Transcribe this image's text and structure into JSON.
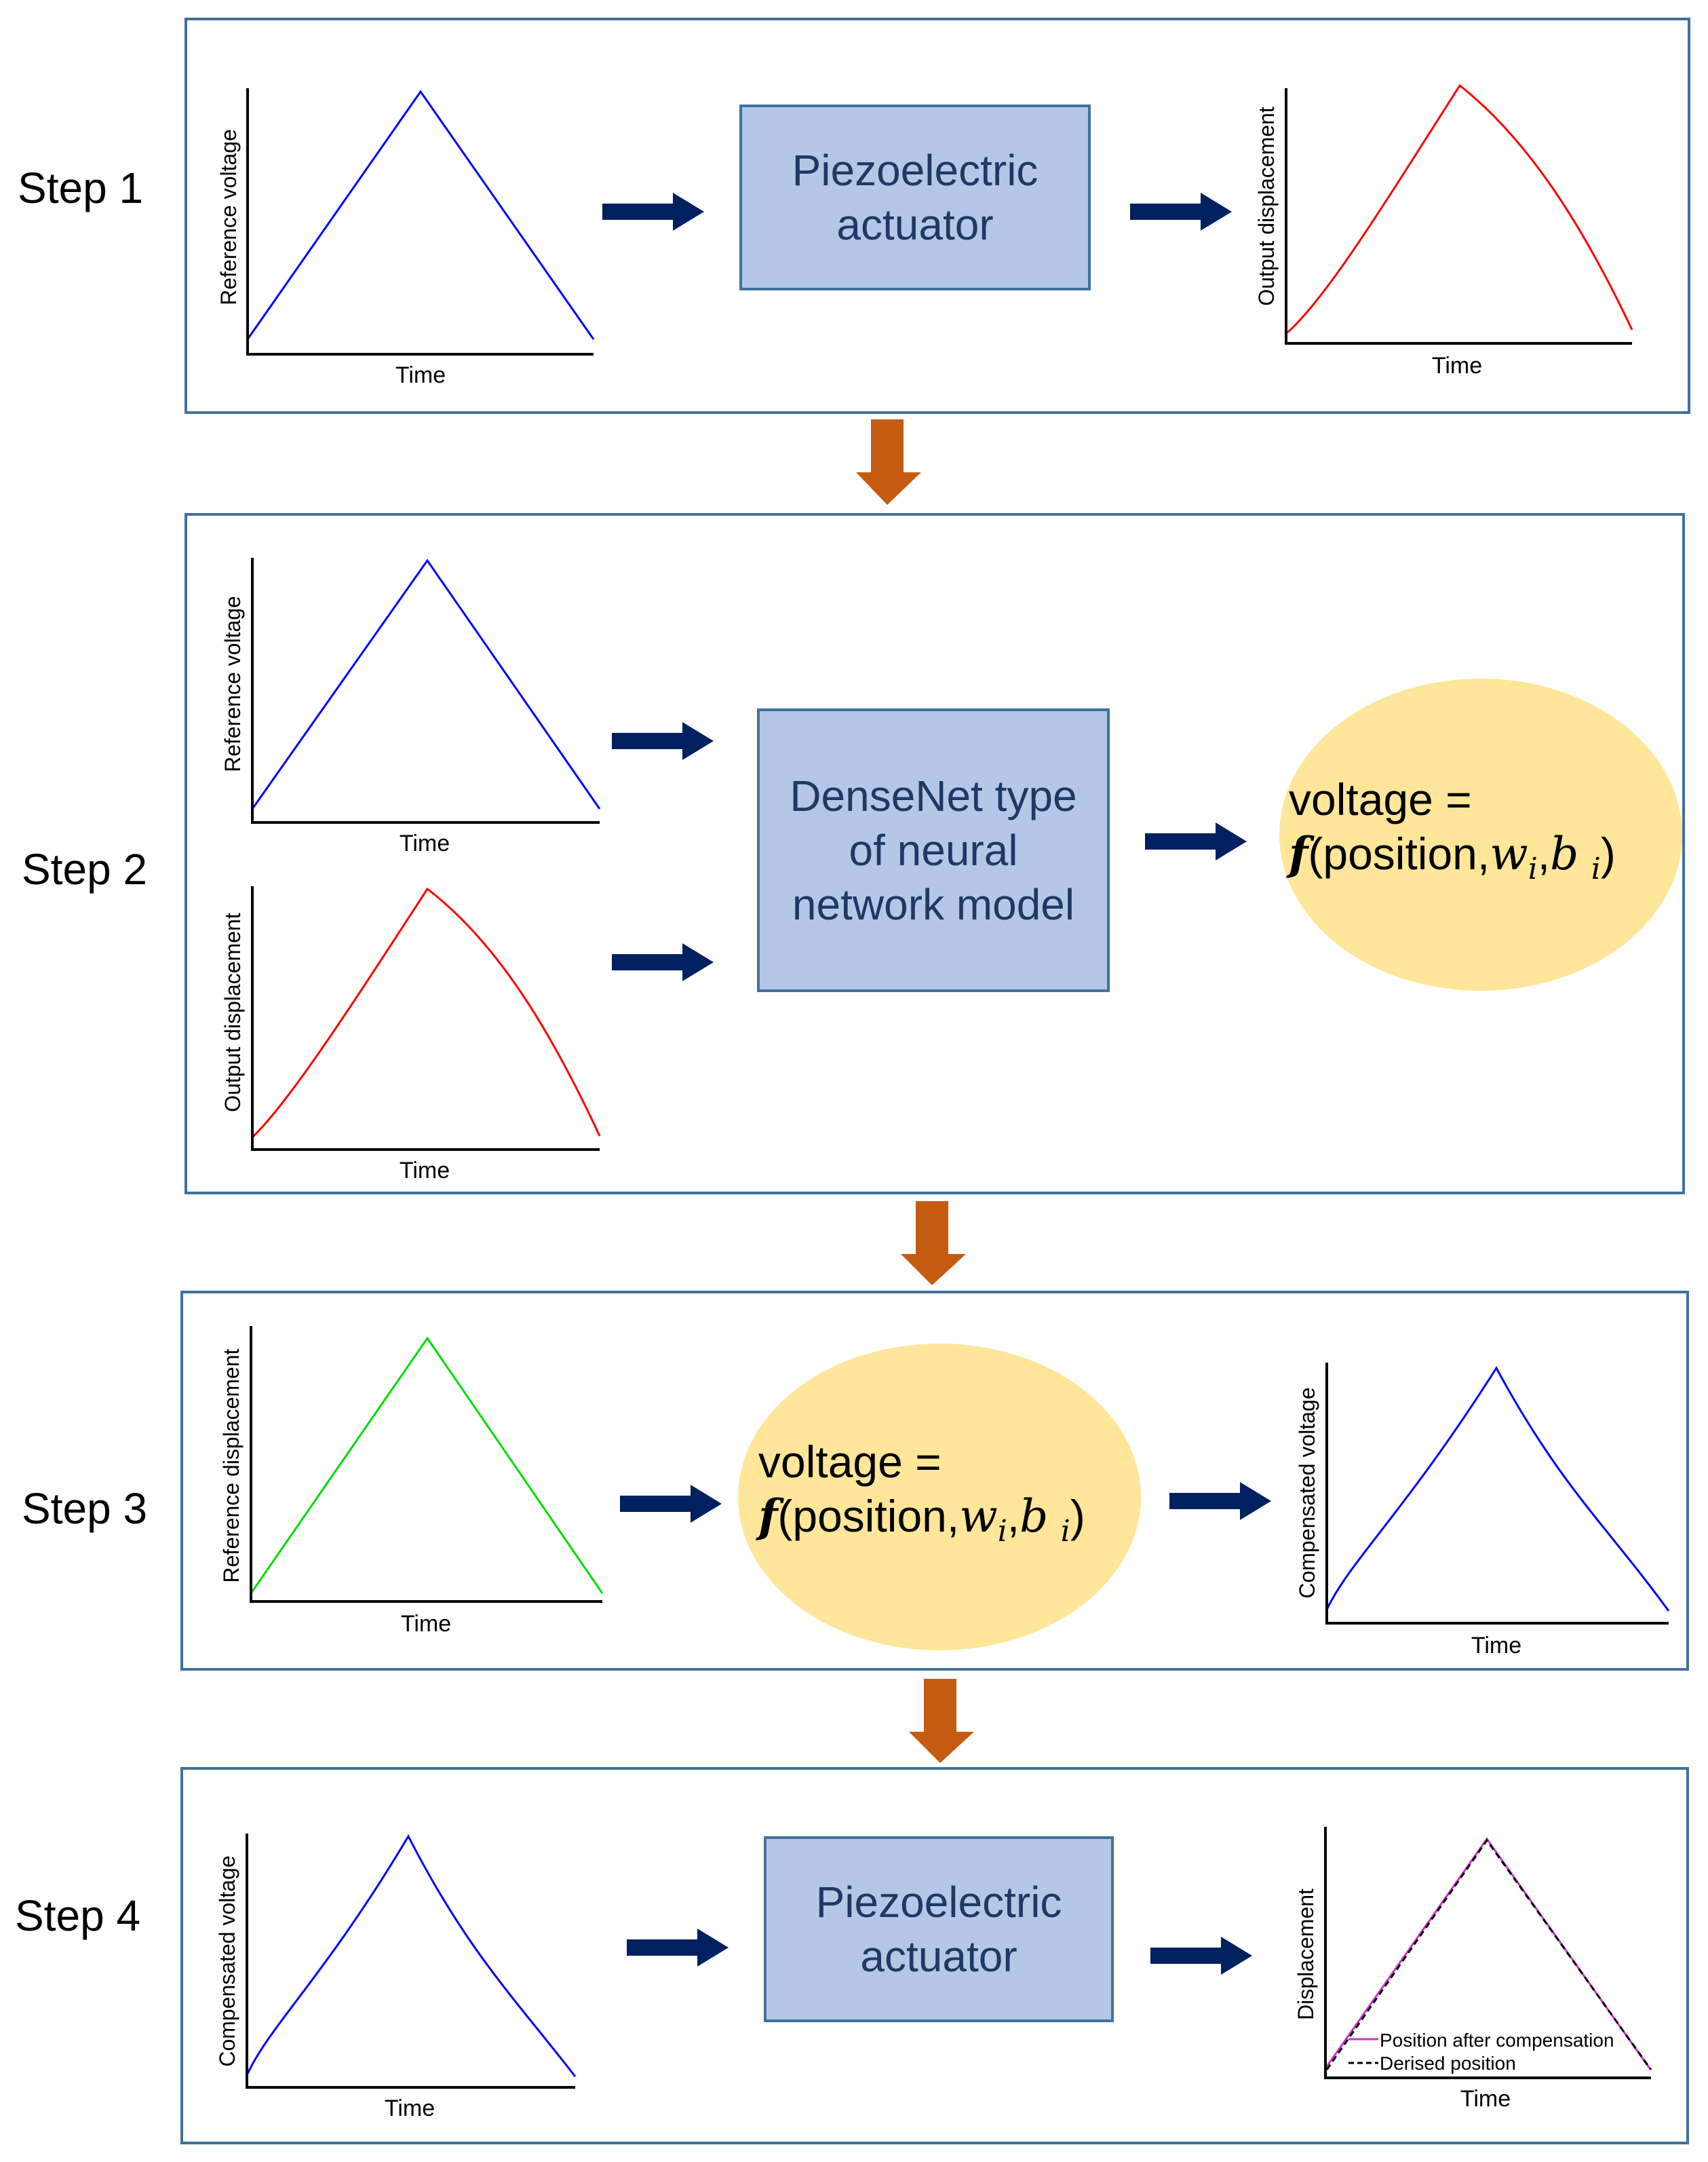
{
  "steps": [
    {
      "label": "Step 1"
    },
    {
      "label": "Step 2"
    },
    {
      "label": "Step 3"
    },
    {
      "label": "Step 4"
    }
  ],
  "boxes": {
    "actuator_1": "Piezoelectric\nactuator",
    "densenet": "DenseNet type\nof neural\nnetwork model",
    "actuator_4": "Piezoelectric\nactuator"
  },
  "model_equation": {
    "lhs": "voltage =",
    "fn": "f",
    "open": "(position,",
    "w": "w",
    "w_sub": "i",
    "comma": ",",
    "b": "b",
    "b_sub": "i",
    "close": ")"
  },
  "plots": {
    "s1_ref_voltage": {
      "xlabel": "Time",
      "ylabel": "Reference voltage",
      "series_color": "#0000ff"
    },
    "s1_output_disp": {
      "xlabel": "Time",
      "ylabel": "Output displacement",
      "series_color": "#ff0000"
    },
    "s2_ref_voltage": {
      "xlabel": "Time",
      "ylabel": "Reference voltage",
      "series_color": "#0000ff"
    },
    "s2_output_disp": {
      "xlabel": "Time",
      "ylabel": "Output displacement",
      "series_color": "#ff0000"
    },
    "s3_ref_disp": {
      "xlabel": "Time",
      "ylabel": "Reference displacement",
      "series_color": "#00dd00"
    },
    "s3_comp_voltage": {
      "xlabel": "Time",
      "ylabel": "Compensated voltage",
      "series_color": "#0000ff"
    },
    "s4_comp_voltage": {
      "xlabel": "Time",
      "ylabel": "Compensated voltage",
      "series_color": "#0000ff"
    },
    "s4_displacement": {
      "xlabel": "Time",
      "ylabel": "Displacement",
      "legend": [
        "Position after compensation",
        "Derised position"
      ],
      "legend_colors": [
        "#cc33cc",
        "#000000"
      ]
    }
  },
  "colors": {
    "panel_border": "#41719c",
    "process_box": "#b4c7e7",
    "model_ellipse": "#ffe699",
    "flow_arrow": "#002060",
    "step_arrow": "#c55a11"
  }
}
